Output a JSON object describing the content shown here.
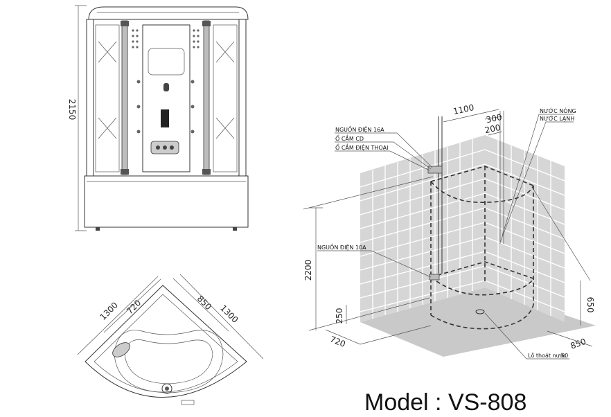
{
  "front_view": {
    "height_label": "2150"
  },
  "top_view": {
    "dim_left_outer": "1300",
    "dim_left_inner": "720",
    "dim_right_inner": "850",
    "dim_right_outer": "1300"
  },
  "iso_view": {
    "dim_top_width": "1100",
    "dim_top_300": "300",
    "dim_top_200": "200",
    "dim_height": "2200",
    "dim_250": "250",
    "dim_650": "650",
    "dim_bottom_left": "720",
    "dim_bottom_right": "850",
    "labels": {
      "power_16a": "NGUỒN ĐIỆN 16A",
      "cd_socket": "Ổ CẮM CD",
      "phone_socket": "Ổ CẮM ĐIỆN THOẠI",
      "hot_water": "NƯỚC NÓNG",
      "cold_water": "NƯỚC LẠNH",
      "power_10a": "NGUỒN ĐIỆN 10A",
      "drain": "Lỗ thoát nước",
      "drain_size": "60"
    }
  },
  "model_label": "Model : VS-808"
}
